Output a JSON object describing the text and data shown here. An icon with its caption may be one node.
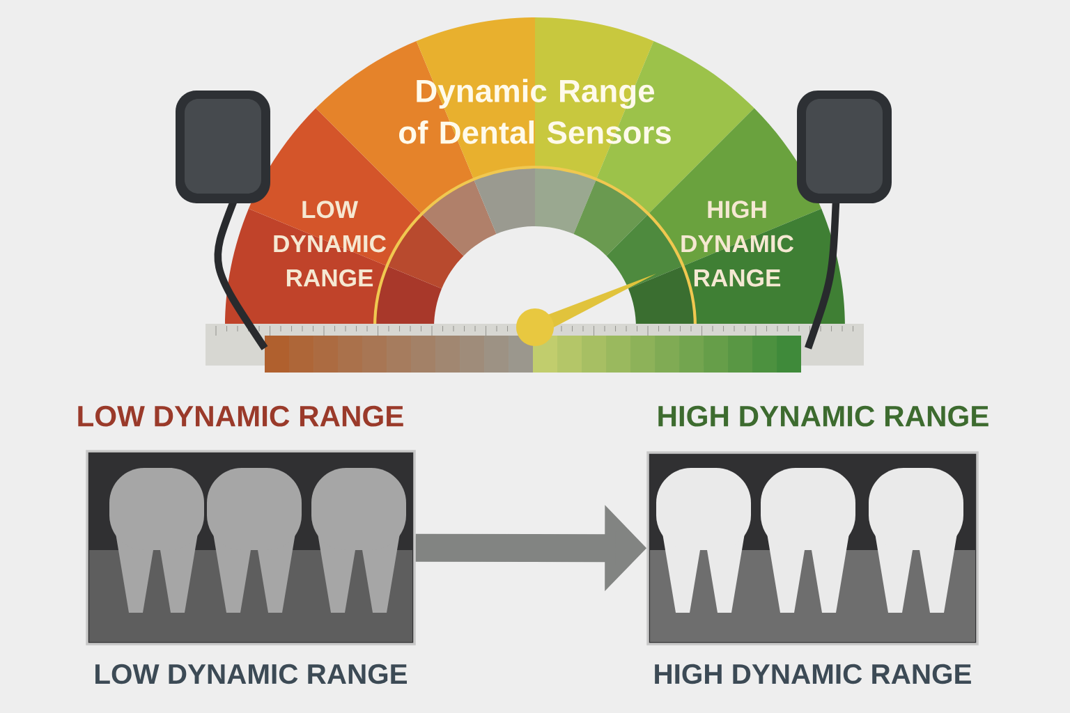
{
  "diagram": {
    "title": "Dynamic Range of Dental Sensors",
    "nodes": [
      {
        "text": [
          "LOW DYNAMIC RANGE"
        ],
        "beside": [
          "LOW DYNAMIC RANGE"
        ]
      },
      {
        "text": [
          "HIGH DYNAMIC RANGE"
        ],
        "beside": [
          "HIGH DYNAMIC RANGE"
        ]
      }
    ],
    "edges": [
      {
        "from": 0,
        "to": 1,
        "arrow": "to"
      }
    ],
    "labels": [
      "LOW DYNAMIC RANGE",
      "HIGH DYNAMIC RANGE"
    ]
  }
}
